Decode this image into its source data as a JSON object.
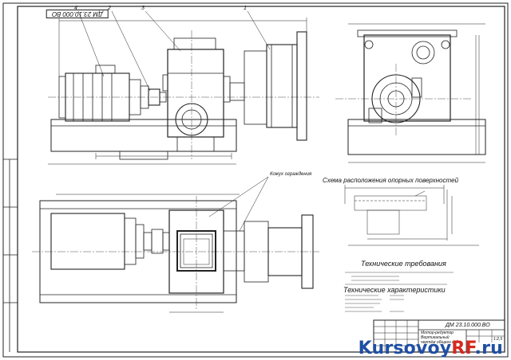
{
  "drawing": {
    "code_stamp": "ДМ 23.10.000 ВО",
    "note_callout": "Кожух ограждения",
    "callouts": [
      "4",
      "2",
      "3",
      "1"
    ],
    "support_scheme_title": "Схема расположения опорных поверхностей",
    "tech_requirements_title": "Технические требования",
    "tech_characteristics_title": "Технические характеристики",
    "title_block": {
      "designation": "ДМ 23.10.000.ВО",
      "name_line1": "Мотор-редуктор",
      "name_line2": "Вертикальный",
      "name_line3": "чертёж общего вида",
      "scale": "1:2,5"
    }
  },
  "watermark": {
    "part1": "Kursovoy",
    "part2": "RF",
    "part3": ".ru"
  }
}
